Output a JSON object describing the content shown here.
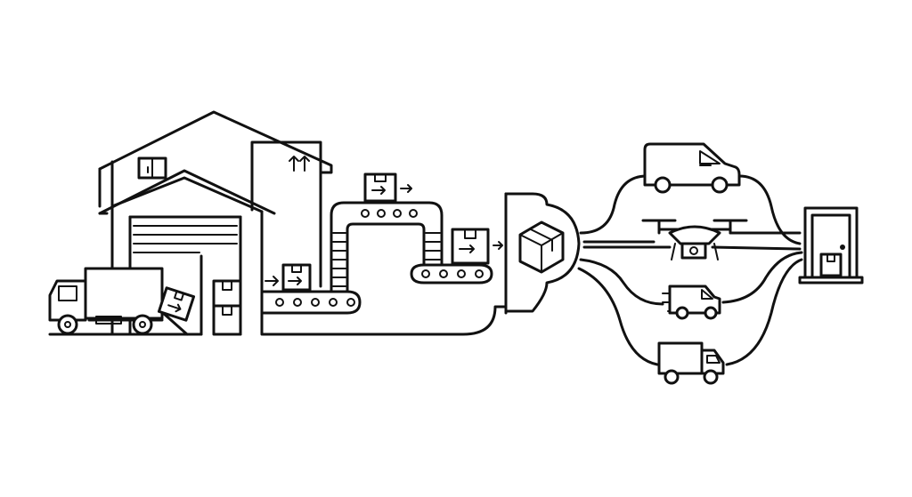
{
  "colors": {
    "ink": "#111111",
    "background": "#ffffff"
  },
  "diagram": {
    "type": "logistics-flow",
    "stages": [
      "warehouse",
      "delivery-truck",
      "conveyor-belt",
      "package-hub",
      "delivery-options",
      "destination-door"
    ],
    "icons": {
      "warehouse": "warehouse-icon",
      "truck": "truck-icon",
      "conveyor": "conveyor-icon",
      "hub": "package-hub-icon",
      "door": "door-icon"
    },
    "delivery_options": [
      {
        "name": "van",
        "icon": "van-icon"
      },
      {
        "name": "drone",
        "icon": "drone-icon"
      },
      {
        "name": "express-van",
        "icon": "express-van-icon"
      },
      {
        "name": "box-truck",
        "icon": "box-truck-icon"
      }
    ]
  }
}
